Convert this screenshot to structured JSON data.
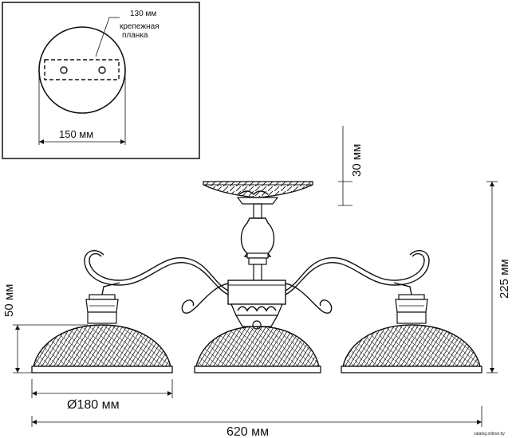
{
  "inset": {
    "dim_top": "130 мм",
    "bracket_label_line1": "крепежная",
    "bracket_label_line2": "планка",
    "dim_bottom": "150 мм"
  },
  "dimensions": {
    "canopy_height": "30 мм",
    "total_height": "225 мм",
    "shade_height": "50 мм",
    "shade_diameter": "Ø180 мм",
    "total_width": "620 мм"
  },
  "watermark": "catalog.onliner.by",
  "colors": {
    "line": "#111111",
    "hatch": "#333333",
    "background": "#ffffff"
  }
}
